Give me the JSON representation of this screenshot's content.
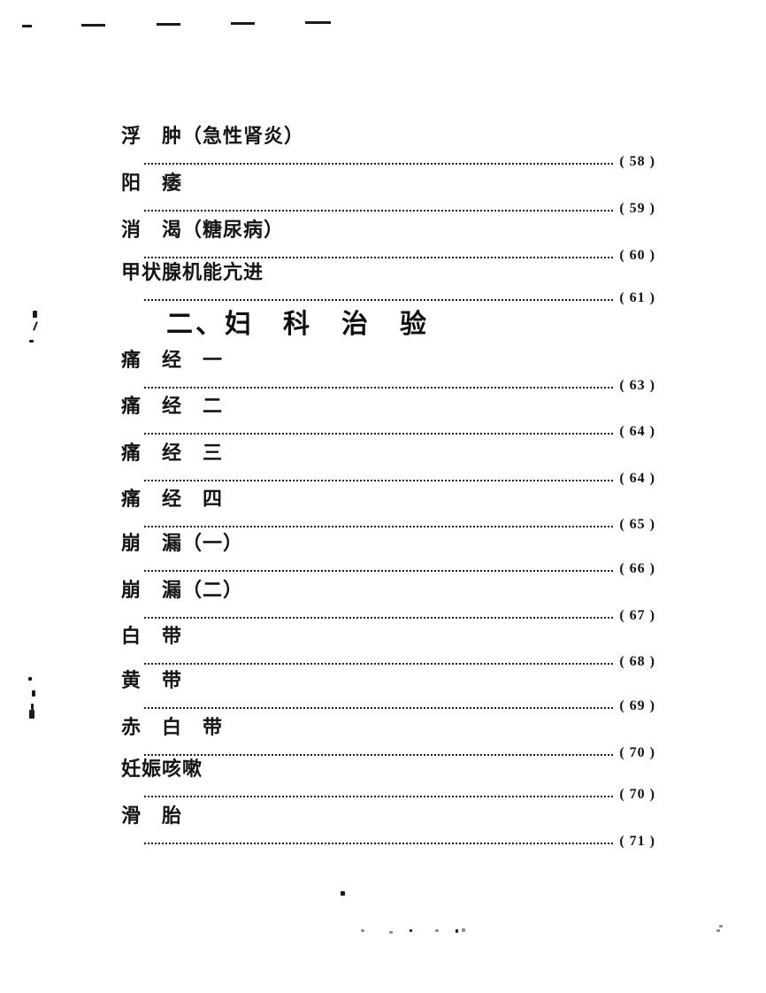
{
  "colors": {
    "paper": "#ffffff",
    "ink": "#1a1a1a"
  },
  "toc": {
    "section_header": "二、妇　科　治　验",
    "entries": [
      {
        "title": "浮　肿（急性肾炎）",
        "page": "( 58 )"
      },
      {
        "title": "阳　痿",
        "page": "( 59 )"
      },
      {
        "title": "消　渴（糖尿病）",
        "page": "( 60 )"
      },
      {
        "title": "甲状腺机能亢进",
        "page": "( 61 )"
      },
      {
        "title": "痛　经　一",
        "page": "( 63 )"
      },
      {
        "title": "痛　经　二",
        "page": "( 64 )"
      },
      {
        "title": "痛　经　三",
        "page": "( 64 )"
      },
      {
        "title": "痛　经　四",
        "page": "( 65 )"
      },
      {
        "title": "崩　漏（一）",
        "page": "( 66 )"
      },
      {
        "title": "崩　漏（二）",
        "page": "( 67 )"
      },
      {
        "title": "白　带",
        "page": "( 68 )"
      },
      {
        "title": "黄　带",
        "page": "( 69 )"
      },
      {
        "title": "赤　白　带",
        "page": "( 70 )"
      },
      {
        "title": "妊娠咳嗽",
        "page": "( 70 )"
      },
      {
        "title": "滑　胎",
        "page": "( 71 )"
      }
    ]
  }
}
